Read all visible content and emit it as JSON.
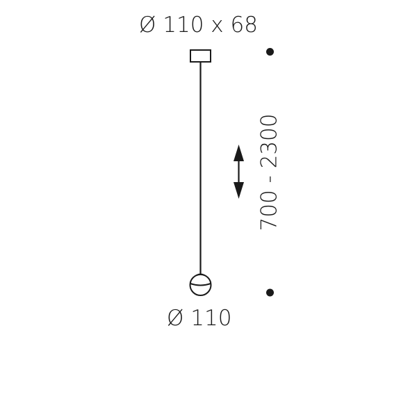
{
  "dimensions": {
    "canopy": "Ø 110 x 68",
    "shade": "Ø 110",
    "height_range": "700 - 2300"
  },
  "colors": {
    "line": "#1a1a1a",
    "background": "#ffffff"
  },
  "icons": {
    "adjust": "double-arrow-vertical-icon",
    "marker": "dot-marker-icon"
  }
}
